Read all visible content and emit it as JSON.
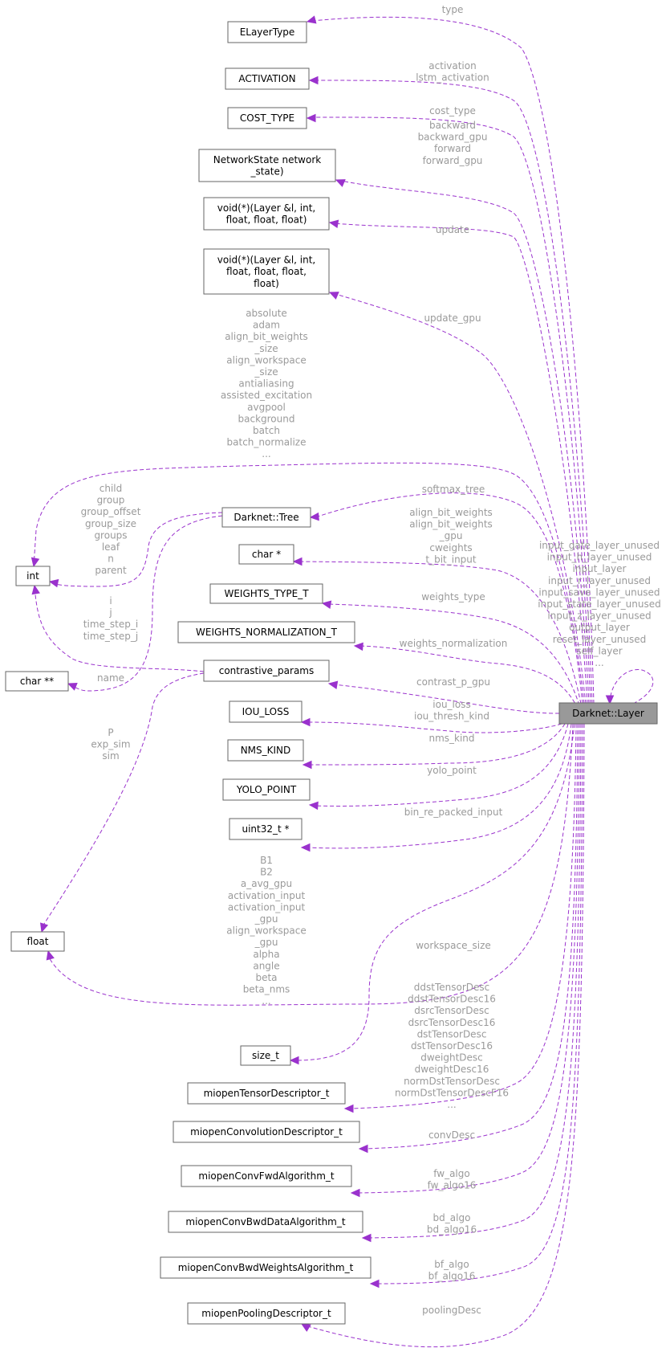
{
  "target": "Darknet::Layer",
  "nodes": {
    "elayertype": [
      "ELayerType"
    ],
    "activation": [
      "ACTIVATION"
    ],
    "cost_type": [
      "COST_TYPE"
    ],
    "networkstate_fn": [
      "NetworkState network",
      "_state)"
    ],
    "void_fn1": [
      "void(*)(Layer &l, int,",
      "float, float, float)"
    ],
    "void_fn2": [
      "void(*)(Layer &l, int,",
      "float, float, float,",
      "float)"
    ],
    "int": [
      "int"
    ],
    "darknet_tree": [
      "Darknet::Tree"
    ],
    "char_ptr": [
      "char *"
    ],
    "weights_type_t": [
      "WEIGHTS_TYPE_T"
    ],
    "weights_normalization_t": [
      "WEIGHTS_NORMALIZATION_T"
    ],
    "char_ptr_ptr": [
      "char **"
    ],
    "contrastive_params": [
      "contrastive_params"
    ],
    "iou_loss": [
      "IOU_LOSS"
    ],
    "nms_kind": [
      "NMS_KIND"
    ],
    "yolo_point": [
      "YOLO_POINT"
    ],
    "uint32_ptr": [
      "uint32_t *"
    ],
    "float": [
      "float"
    ],
    "size_t": [
      "size_t"
    ],
    "miopen_tensor": [
      "miopenTensorDescriptor_t"
    ],
    "miopen_conv": [
      "miopenConvolutionDescriptor_t"
    ],
    "miopen_fwd": [
      "miopenConvFwdAlgorithm_t"
    ],
    "miopen_bwd_data": [
      "miopenConvBwdDataAlgorithm_t"
    ],
    "miopen_bwd_weights": [
      "miopenConvBwdWeightsAlgorithm_t"
    ],
    "miopen_pooling": [
      "miopenPoolingDescriptor_t"
    ]
  },
  "edge_labels": {
    "type": [
      "type"
    ],
    "activation": [
      "activation",
      "lstm_activation"
    ],
    "cost_type": [
      "cost_type"
    ],
    "backward": [
      "backward",
      "backward_gpu",
      "forward",
      "forward_gpu"
    ],
    "update": [
      "update"
    ],
    "update_gpu": [
      "update_gpu"
    ],
    "int_members": [
      "absolute",
      "adam",
      "align_bit_weights",
      "_size",
      "align_workspace",
      "_size",
      "antialiasing",
      "assisted_excitation",
      "avgpool",
      "background",
      "batch",
      "batch_normalize",
      "..."
    ],
    "softmax_tree": [
      "softmax_tree"
    ],
    "tree_int": [
      "child",
      "group",
      "group_offset",
      "group_size",
      "groups",
      "leaf",
      "n",
      "parent"
    ],
    "char_ptr": [
      "align_bit_weights",
      "align_bit_weights",
      "_gpu",
      "cweights",
      "t_bit_input"
    ],
    "self_layer": [
      "input_gate_layer_unused",
      "input_h_layer_unused",
      "input_layer",
      "input_r_layer_unused",
      "input_save_layer_unused",
      "input_state_layer_unused",
      "input_z_layer_unused",
      "output_layer",
      "reset_layer_unused",
      "self_layer",
      "..."
    ],
    "weights_type": [
      "weights_type"
    ],
    "contrastive_int": [
      "i",
      "j",
      "time_step_i",
      "time_step_j"
    ],
    "weights_normalization": [
      "weights_normalization"
    ],
    "name": [
      "name"
    ],
    "contrast_p_gpu": [
      "contrast_p_gpu"
    ],
    "contrastive_float": [
      "P",
      "exp_sim",
      "sim"
    ],
    "iou_loss": [
      "iou_loss",
      "iou_thresh_kind"
    ],
    "nms_kind": [
      "nms_kind"
    ],
    "yolo_point": [
      "yolo_point"
    ],
    "bin_re_packed_input": [
      "bin_re_packed_input"
    ],
    "float_members": [
      "B1",
      "B2",
      "a_avg_gpu",
      "activation_input",
      "activation_input",
      "_gpu",
      "align_workspace",
      "_gpu",
      "alpha",
      "angle",
      "beta",
      "beta_nms",
      "..."
    ],
    "workspace_size": [
      "workspace_size"
    ],
    "tensor_desc": [
      "ddstTensorDesc",
      "ddstTensorDesc16",
      "dsrcTensorDesc",
      "dsrcTensorDesc16",
      "dstTensorDesc",
      "dstTensorDesc16",
      "dweightDesc",
      "dweightDesc16",
      "normDstTensorDesc",
      "normDstTensorDescF16",
      "..."
    ],
    "conv_desc": [
      "convDesc"
    ],
    "fw_algo": [
      "fw_algo",
      "fw_algo16"
    ],
    "bd_algo": [
      "bd_algo",
      "bd_algo16"
    ],
    "bf_algo": [
      "bf_algo",
      "bf_algo16"
    ],
    "pooling_desc": [
      "poolingDesc"
    ]
  },
  "colors": {
    "edge": "#9a32cd",
    "edge_label": "#9a9a9a",
    "target_fill": "#999999",
    "node_border": "#666666"
  }
}
